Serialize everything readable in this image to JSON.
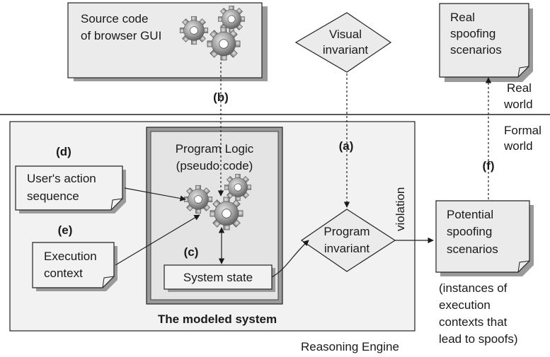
{
  "source_box": {
    "line1": "Source code",
    "line2": "of browser GUI"
  },
  "visual_invariant": {
    "line1": "Visual",
    "line2": "invariant"
  },
  "real_scenarios": {
    "line1": "Real",
    "line2": "spoofing",
    "line3": "scenarios"
  },
  "real_world": {
    "line1": "Real",
    "line2": "world"
  },
  "formal_world": {
    "line1": "Formal",
    "line2": "world"
  },
  "labels": {
    "a": "(a)",
    "b": "(b)",
    "c": "(c)",
    "d": "(d)",
    "e": "(e)",
    "f": "(f)"
  },
  "program_logic": {
    "line1": "Program Logic",
    "line2": "(pseudo code)"
  },
  "user_action": {
    "line1": "User's action",
    "line2": "sequence"
  },
  "execution_context": {
    "line1": "Execution",
    "line2": "context"
  },
  "system_state": "System state",
  "program_invariant": {
    "line1": "Program",
    "line2": "invariant"
  },
  "violation": "violation",
  "potential_scenarios": {
    "line1": "Potential",
    "line2": "spoofing",
    "line3": "scenarios"
  },
  "instances_note": {
    "line1": "(instances of",
    "line2": "execution",
    "line3": "contexts that",
    "line4": "lead to spoofs)"
  },
  "modeled_system": "The modeled system",
  "reasoning_engine": "Reasoning Engine"
}
